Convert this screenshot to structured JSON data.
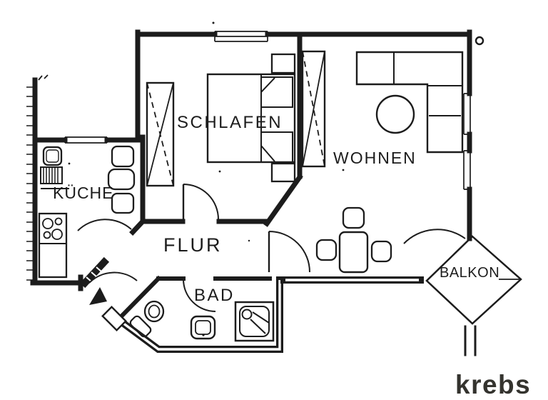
{
  "floorplan": {
    "rooms": [
      {
        "id": "schlafen",
        "label": "SCHLAFEN"
      },
      {
        "id": "wohnen",
        "label": "WOHNEN"
      },
      {
        "id": "kueche",
        "label": "KÜCHE"
      },
      {
        "id": "flur",
        "label": "FLUR"
      },
      {
        "id": "bad",
        "label": "BAD"
      },
      {
        "id": "balkon",
        "label": "BALKON"
      }
    ],
    "furniture": [
      "wardrobe",
      "double-bed",
      "nightstand",
      "corner-sofa",
      "round-table",
      "dining-table",
      "chair",
      "kitchen-sink",
      "drainer",
      "stove",
      "kitchen-cabinet",
      "toilet",
      "washbasin",
      "shower"
    ],
    "colors": {
      "ink": "#1c1c1c",
      "paper": "#ffffff",
      "logo": "#34332e"
    }
  },
  "branding": {
    "logo_text": "krebs"
  }
}
